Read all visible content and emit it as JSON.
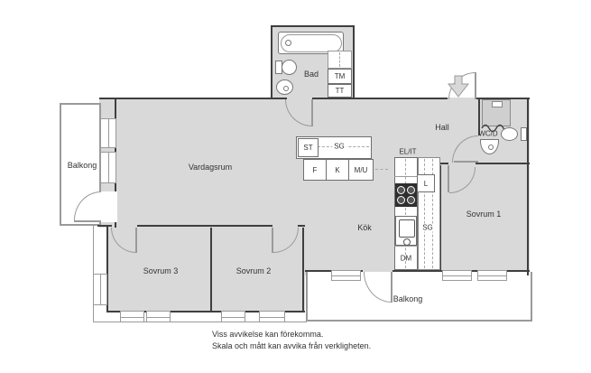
{
  "colors": {
    "room_fill": "#d9d9d9",
    "wall": "#3f3f3f",
    "line": "#9a9a9a",
    "text": "#333333"
  },
  "plan": {
    "rooms": {
      "balkong_left": "Balkong",
      "vardagsrum": "Vardagsrum",
      "bad": "Bad",
      "hall": "Hall",
      "wcd": "WC/D",
      "kok": "Kök",
      "sovrum1": "Sovrum 1",
      "sovrum2": "Sovrum 2",
      "sovrum3": "Sovrum 3",
      "balkong_bottom": "Balkong"
    },
    "fixtures": {
      "tm": "TM",
      "tt": "TT",
      "st": "ST",
      "sg_upper": "SG",
      "f": "F",
      "k": "K",
      "mu": "M/U",
      "elit": "EL/IT",
      "l": "L",
      "sg_tall": "SG",
      "dm": "DM"
    }
  },
  "disclaimer": [
    "Viss avvikelse kan förekomma.",
    "Skala och mått kan avvika från verkligheten."
  ]
}
